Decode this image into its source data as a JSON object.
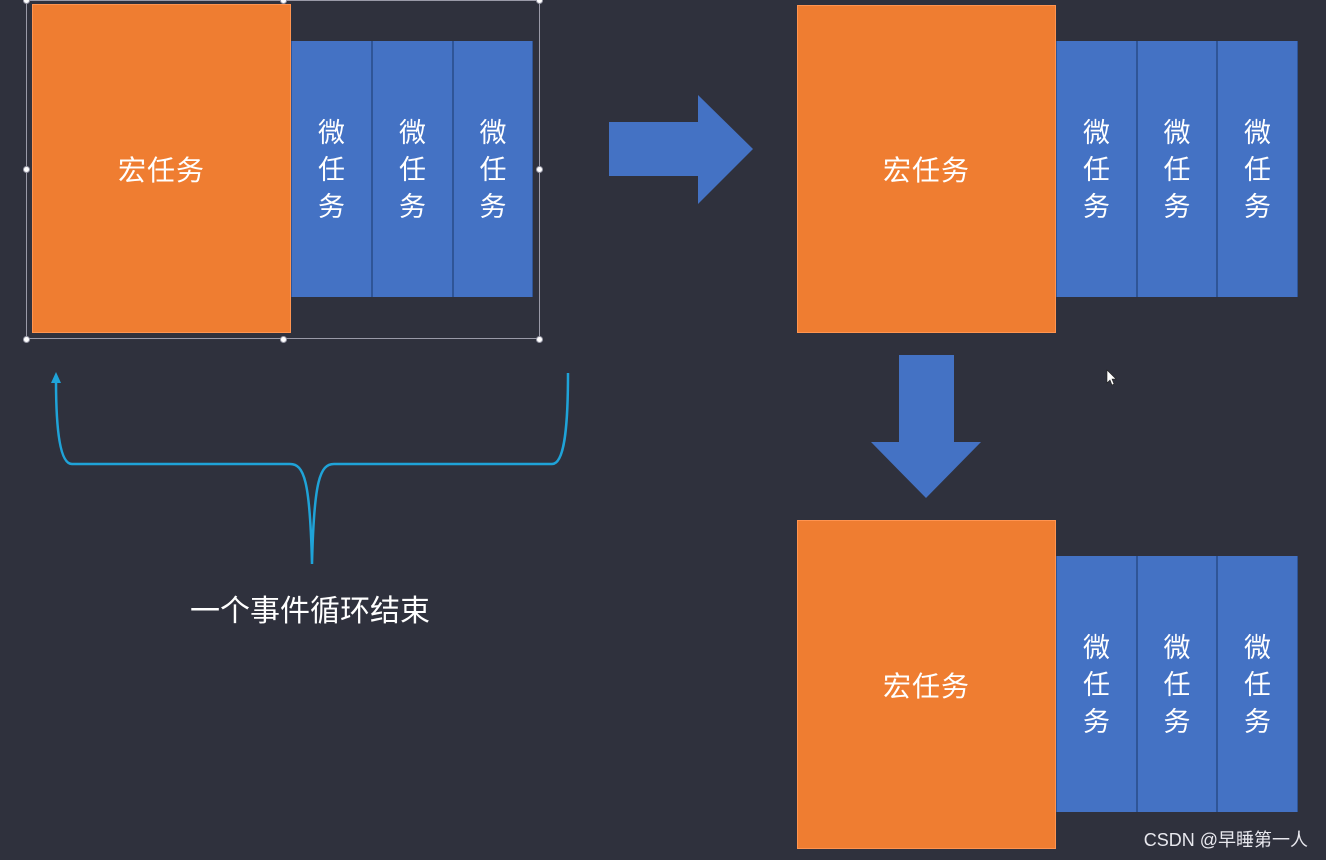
{
  "diagram": {
    "groups": [
      {
        "id": "group-1",
        "macro_label": "宏任务",
        "micro_tasks": [
          {
            "chars": [
              "微",
              "任",
              "务"
            ]
          },
          {
            "chars": [
              "微",
              "任",
              "务"
            ]
          },
          {
            "chars": [
              "微",
              "任",
              "务"
            ]
          }
        ]
      },
      {
        "id": "group-2",
        "macro_label": "宏任务",
        "micro_tasks": [
          {
            "chars": [
              "微",
              "任",
              "务"
            ]
          },
          {
            "chars": [
              "微",
              "任",
              "务"
            ]
          },
          {
            "chars": [
              "微",
              "任",
              "务"
            ]
          }
        ]
      },
      {
        "id": "group-3",
        "macro_label": "宏任务",
        "micro_tasks": [
          {
            "chars": [
              "微",
              "任",
              "务"
            ]
          },
          {
            "chars": [
              "微",
              "任",
              "务"
            ]
          },
          {
            "chars": [
              "微",
              "任",
              "务"
            ]
          }
        ]
      }
    ],
    "brace_caption": "一个事件循环结束",
    "colors": {
      "background": "#2f313d",
      "macro": "#ef7d31",
      "micro": "#4472c4",
      "arrow": "#4472c4",
      "brace": "#1fa3d8"
    }
  },
  "watermark": "CSDN @早睡第一人"
}
